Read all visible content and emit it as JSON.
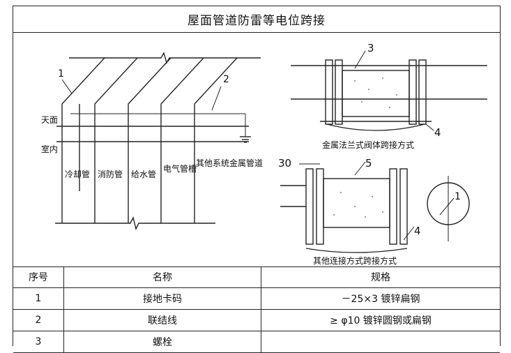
{
  "title": "屋面管道防雷等电位跨接",
  "left_figure": {
    "labels": {
      "roof": "天面",
      "indoor": "室内",
      "callout_1": "1",
      "callout_2": "2"
    },
    "pipes": [
      "冷却管",
      "消防管",
      "给水管",
      "电气管槽",
      "其他系统金属管道"
    ]
  },
  "right_top_figure": {
    "callout_3": "3",
    "callout_4": "4",
    "caption": "金属法兰式阀体跨接方式"
  },
  "right_bottom_figure": {
    "dimension": "30",
    "callout_5": "5",
    "callout_4": "4",
    "callout_1": "1",
    "caption": "其他连接方式跨接方式"
  },
  "table": {
    "headers": [
      "序号",
      "名称",
      "规格"
    ],
    "rows": [
      [
        "1",
        "接地卡码",
        "－25×3 镀锌扁钢"
      ],
      [
        "2",
        "联结线",
        "≥ φ10 镀锌圆钢或扁钢"
      ],
      [
        "3",
        "螺栓",
        ""
      ]
    ]
  }
}
